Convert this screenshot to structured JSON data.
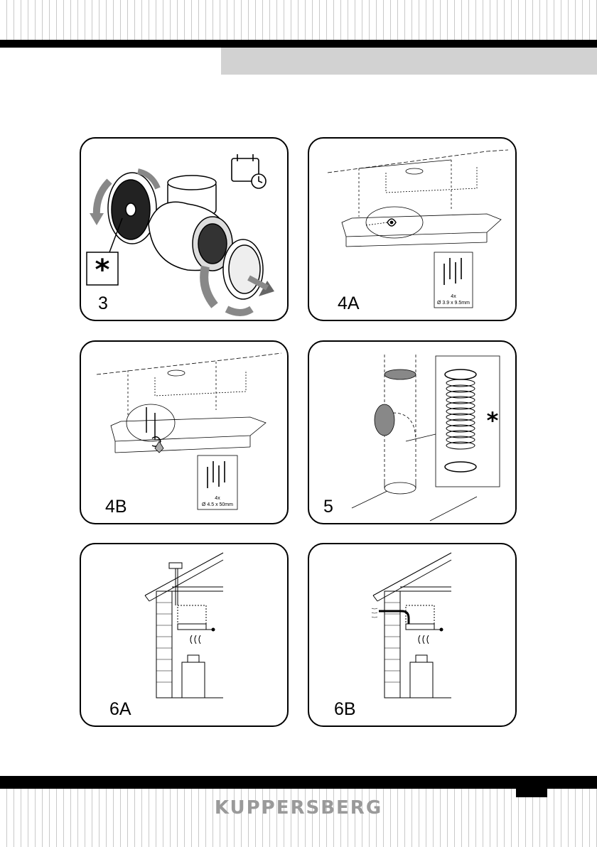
{
  "panels": [
    {
      "id": "3",
      "label": "3"
    },
    {
      "id": "4A",
      "label": "4A",
      "screw_qty": "4x",
      "screw_size": "Ø 3.9 x 9.5mm"
    },
    {
      "id": "4B",
      "label": "4B",
      "screw_qty": "4x",
      "screw_size": "Ø 4.5 x 50mm"
    },
    {
      "id": "5",
      "label": "5"
    },
    {
      "id": "6A",
      "label": "6A"
    },
    {
      "id": "6B",
      "label": "6B"
    }
  ],
  "footer": {
    "brand": "KUPPERSBERG"
  },
  "colors": {
    "header_band": "#d2d2d2",
    "brand_text": "#9a9a9a",
    "stripe": "#c9c9c9"
  }
}
